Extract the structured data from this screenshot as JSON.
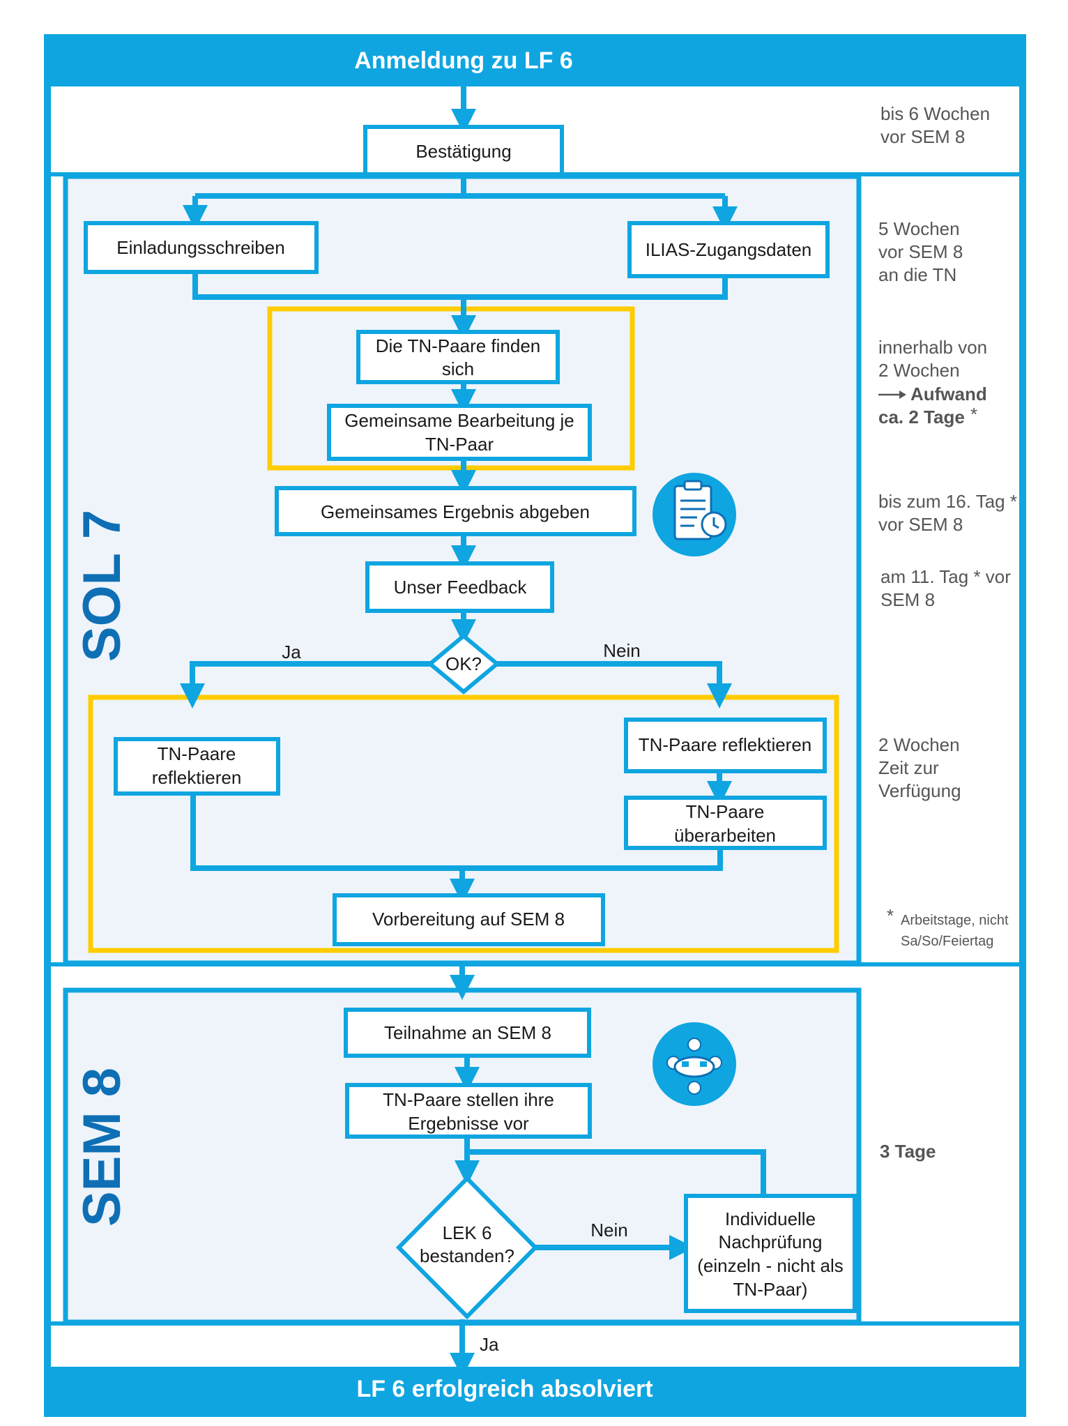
{
  "header": {
    "title": "Anmeldung zu LF 6"
  },
  "footer": {
    "title": "LF 6 erfolgreich absolviert"
  },
  "sections": {
    "sol": "SOL 7",
    "sem": "SEM 8"
  },
  "boxes": {
    "bestaetigung": "Bestätigung",
    "einladung": "Einladungsschreiben",
    "ilias": "ILIAS-Zugangsdaten",
    "paare_finden": [
      "Die TN-Paare finden",
      "sich"
    ],
    "gemeinsame_bearbeitung": [
      "Gemeinsame Bearbeitung je",
      "TN-Paar"
    ],
    "ergebnis_abgeben": "Gemeinsames Ergebnis abgeben",
    "feedback": "Unser Feedback",
    "ok": "OK?",
    "reflektieren_ja": [
      "TN-Paare",
      "reflektieren"
    ],
    "reflektieren_nein": "TN-Paare reflektieren",
    "ueberarbeiten": [
      "TN-Paare",
      "überarbeiten"
    ],
    "vorbereitung": "Vorbereitung auf SEM 8",
    "teilnahme": "Teilnahme an SEM 8",
    "ergebnisse_vor": [
      "TN-Paare stellen ihre",
      "Ergebnisse vor"
    ],
    "lek": [
      "LEK 6",
      "bestanden?"
    ],
    "nachpruefung": [
      "Individuelle",
      "Nachprüfung",
      "(einzeln - nicht als",
      "TN-Paar)"
    ]
  },
  "labels": {
    "ja": "Ja",
    "nein": "Nein",
    "ja_bottom": "Ja",
    "nein_bottom": "Nein"
  },
  "timeline": {
    "t1": [
      "bis 6 Wochen",
      "vor SEM 8"
    ],
    "t2": [
      "5 Wochen",
      "vor SEM 8",
      "an die TN"
    ],
    "t3": [
      "innerhalb von",
      "2 Wochen"
    ],
    "t3_bold": [
      "Aufwand",
      "ca. 2 Tage"
    ],
    "t3_star": "*",
    "t4": [
      "bis zum 16. Tag *",
      "vor SEM 8"
    ],
    "t5": [
      "am 11. Tag * vor",
      "SEM 8"
    ],
    "t6": [
      "2 Wochen",
      "Zeit zur",
      "Verfügung"
    ],
    "note_star": "*",
    "note": [
      "Arbeitstage, nicht",
      "Sa/So/Feiertag"
    ],
    "t7": "3 Tage"
  },
  "icons": {
    "clipboard": "clipboard-clock-icon",
    "meeting": "meeting-table-icon"
  },
  "colors": {
    "blue": "#0fa5e0",
    "yellow": "#ffcc00",
    "panel": "#eef4fa",
    "section_text": "#0e6fb5"
  }
}
